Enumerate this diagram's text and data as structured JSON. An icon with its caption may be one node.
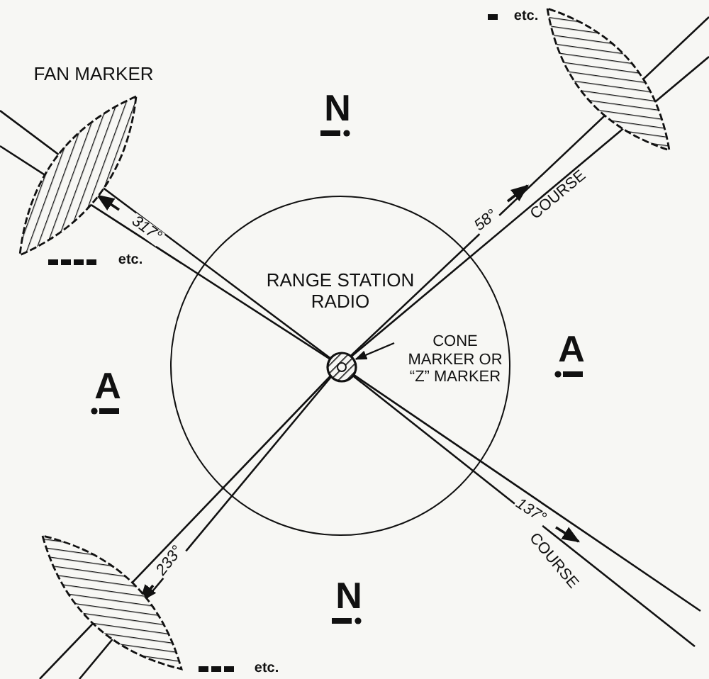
{
  "diagram": {
    "nodes": [
      {
        "text": [
          "RANGE STATION RADIO"
        ]
      },
      {
        "text": [],
        "shape": "circle",
        "in": 0
      },
      {
        "text": [
          "CONE MARKER OR “Z” MARKER"
        ],
        "in": 0
      }
    ],
    "edges": [
      {
        "from": 2,
        "to": 1,
        "arrow": "to"
      }
    ],
    "labels": [
      "FAN MARKER",
      "N",
      "317°",
      "etc.",
      "etc.",
      "58°",
      "COURSE",
      "A",
      "A",
      "137°",
      "COURSE",
      "233°",
      "N",
      "etc."
    ]
  }
}
